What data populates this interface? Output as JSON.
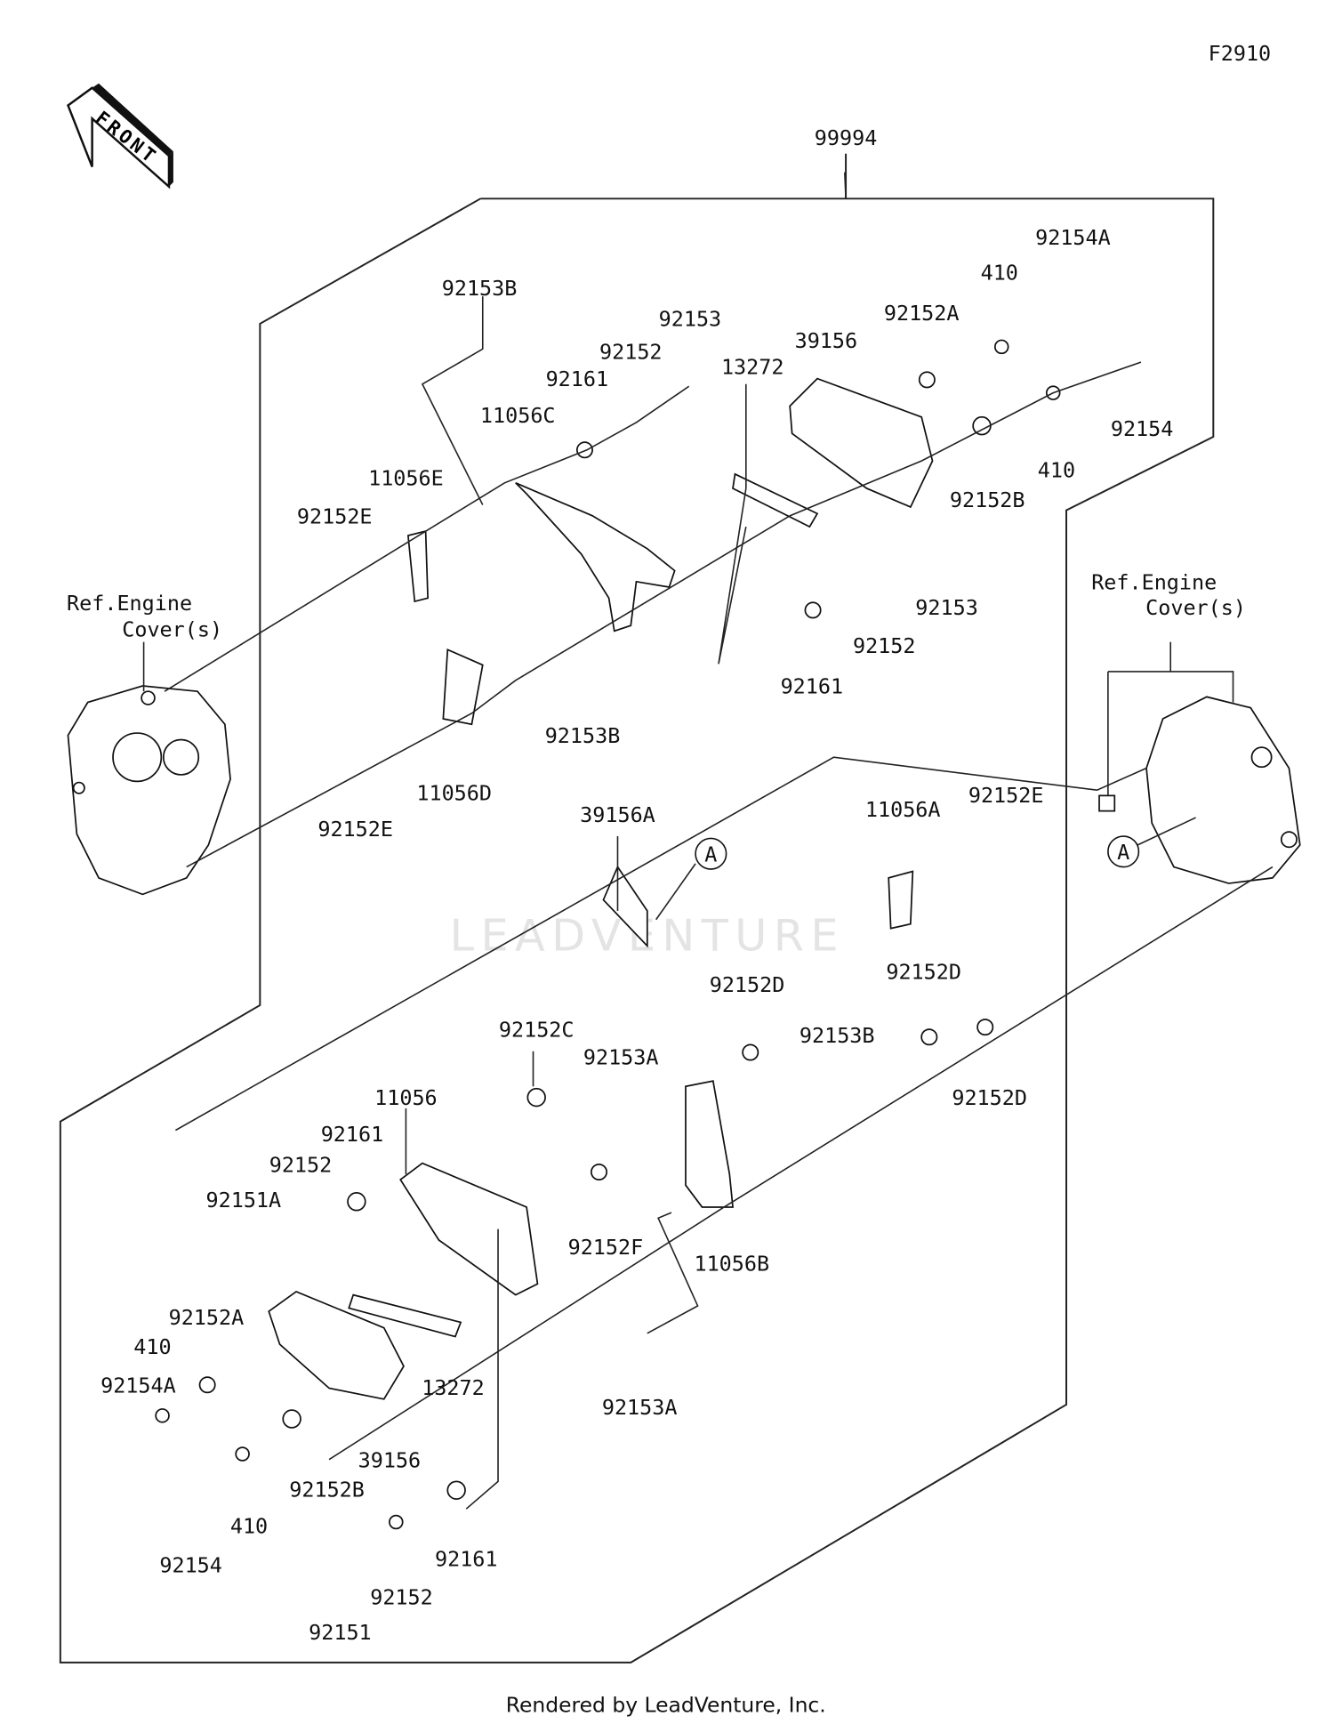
{
  "diagram_code": "F2910",
  "front_arrow_label": "FRONT",
  "watermark": "LEADVENTURE",
  "footer": "Rendered by LeadVenture, Inc.",
  "ref_left": {
    "line1": "Ref.Engine",
    "line2": "Cover(s)"
  },
  "ref_right": {
    "line1": "Ref.Engine",
    "line2": "Cover(s)"
  },
  "callout_letter": "A",
  "part_labels": [
    "99994",
    "92153B",
    "92153",
    "92152",
    "92161",
    "11056C",
    "13272",
    "39156",
    "92152A",
    "410",
    "92154A",
    "92154",
    "410",
    "92152B",
    "11056E",
    "92152E",
    "92153",
    "92152",
    "92161",
    "92153B",
    "11056D",
    "92152E",
    "39156A",
    "11056A",
    "92152E",
    "92152D",
    "92152D",
    "92153B",
    "92152C",
    "92153A",
    "92152D",
    "11056",
    "92161",
    "92152",
    "92151A",
    "92152F",
    "11056B",
    "92152A",
    "410",
    "92154A",
    "13272",
    "39156",
    "92152B",
    "410",
    "92154",
    "92161",
    "92152",
    "92151",
    "92153A"
  ]
}
